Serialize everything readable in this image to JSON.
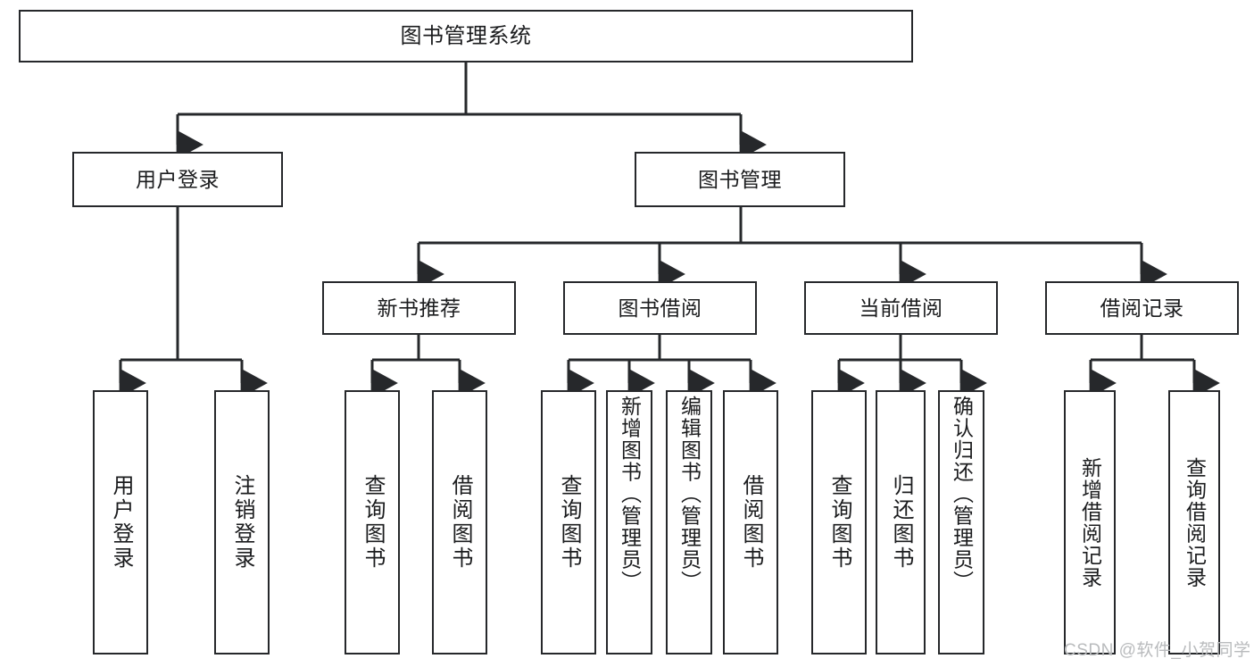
{
  "diagram": {
    "title": "图书管理系统",
    "type": "hierarchy-tree",
    "colors": {
      "box_border": "#26282b",
      "box_fill": "#ffffff",
      "connector": "#26282b",
      "text": "#1b1c1e",
      "watermark": "#b9bbbd"
    },
    "nodes": {
      "root": {
        "label": "图书管理系统"
      },
      "level2": [
        {
          "label": "用户登录"
        },
        {
          "label": "图书管理"
        }
      ],
      "level3": [
        {
          "label": "新书推荐"
        },
        {
          "label": "图书借阅"
        },
        {
          "label": "当前借阅"
        },
        {
          "label": "借阅记录"
        }
      ],
      "leaves": {
        "user_login": [
          {
            "label": "用户登录"
          },
          {
            "label": "注销登录"
          }
        ],
        "new_book_recommend": [
          {
            "label": "查询图书"
          },
          {
            "label": "借阅图书"
          }
        ],
        "book_borrow": [
          {
            "label": "查询图书"
          },
          {
            "label": "新增图书（管理员）"
          },
          {
            "label": "编辑图书（管理员）"
          },
          {
            "label": "借阅图书"
          }
        ],
        "current_borrow": [
          {
            "label": "查询图书"
          },
          {
            "label": "归还图书"
          },
          {
            "label": "确认归还（管理员）"
          }
        ],
        "borrow_record": [
          {
            "label": "新增借阅记录"
          },
          {
            "label": "查询借阅记录"
          }
        ]
      }
    }
  },
  "watermark": {
    "text": "CSDN @软件_小贺同学"
  }
}
